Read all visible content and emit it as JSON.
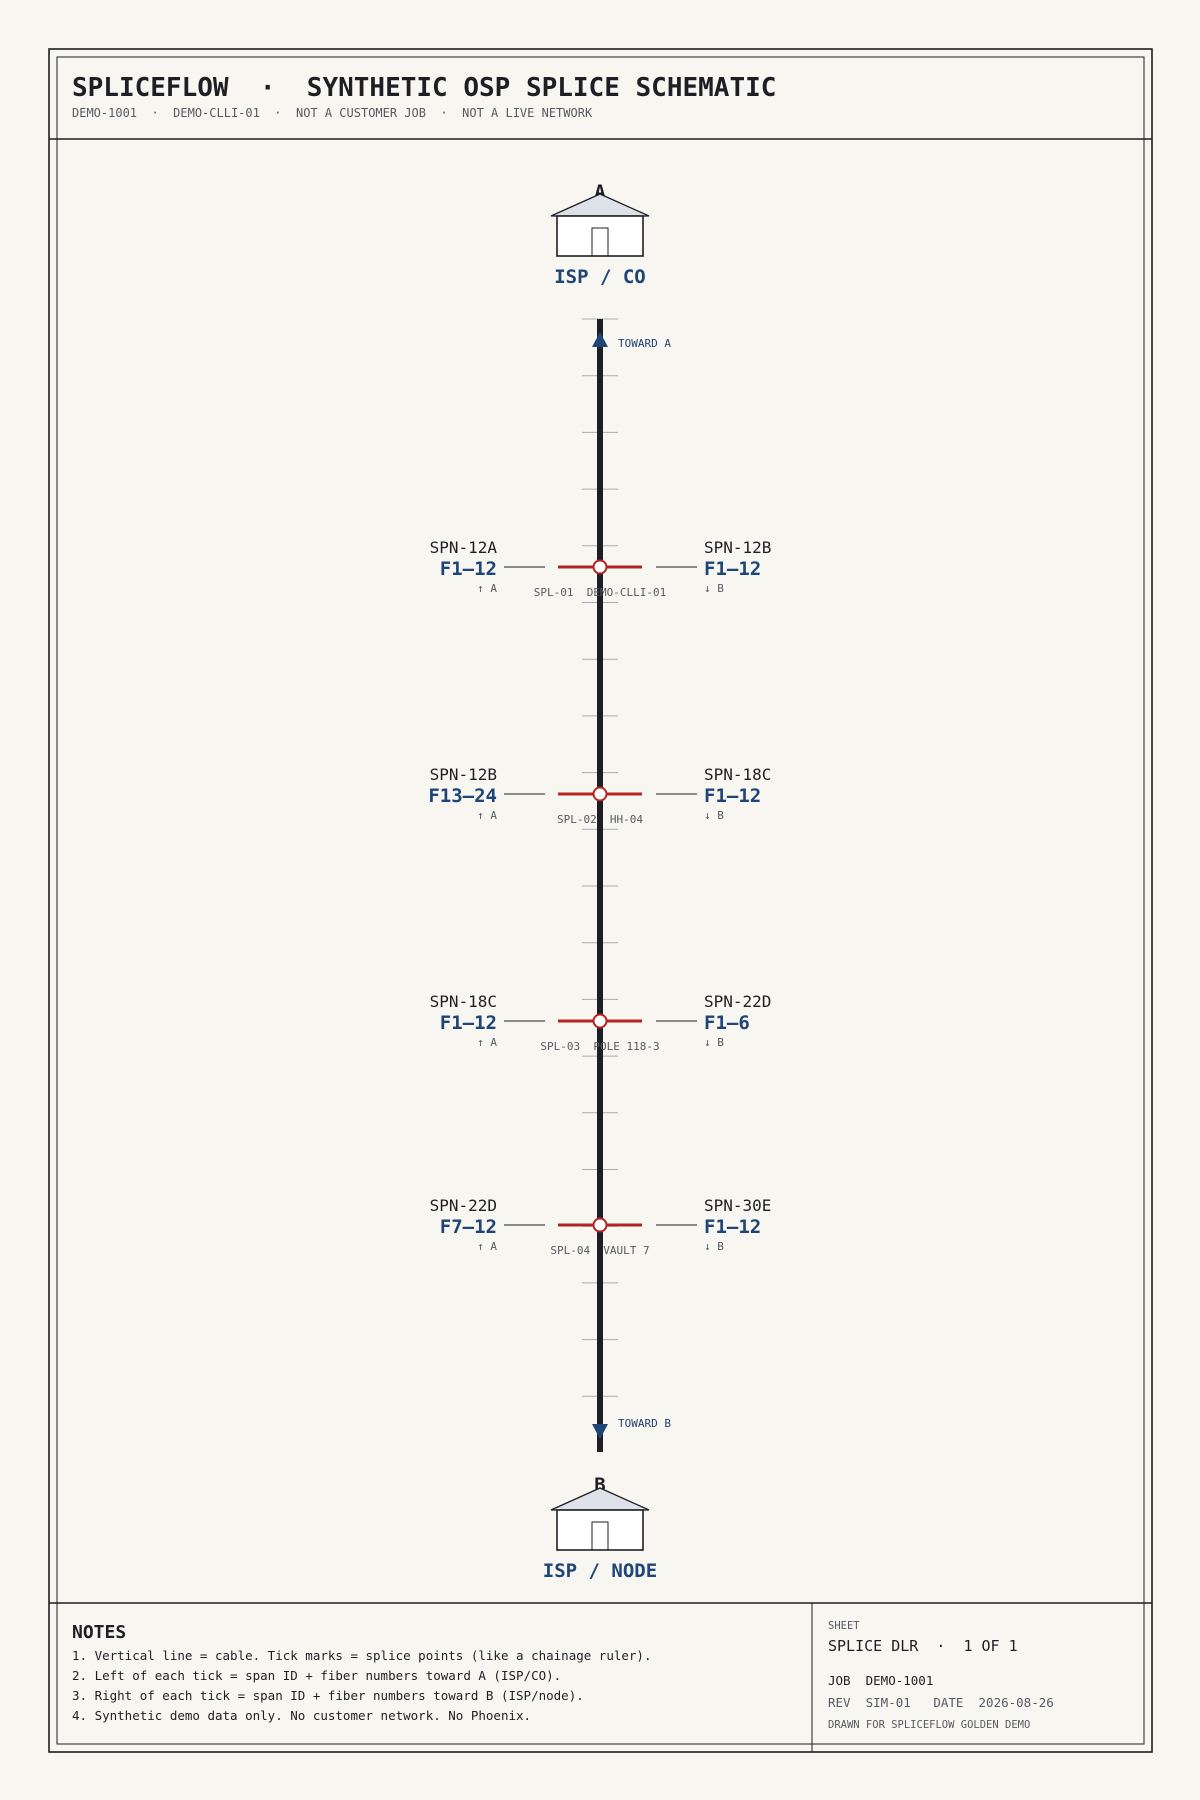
{
  "header": {
    "title": "SPLICEFLOW  ·  SYNTHETIC OSP SPLICE SCHEMATIC",
    "subtitle": "DEMO-1001  ·  DEMO-CLLI-01  ·  NOT A CUSTOMER JOB  ·  NOT A LIVE NETWORK"
  },
  "endpoints": {
    "a": {
      "letter": "A",
      "label": "ISP / CO"
    },
    "b": {
      "letter": "B",
      "label": "ISP / NODE"
    }
  },
  "direction": {
    "toward_a": "TOWARD A",
    "toward_b": "TOWARD B"
  },
  "splices": [
    {
      "left_span": "SPN-12A",
      "left_fibers": "F1–12",
      "left_dir": "↑ A",
      "right_span": "SPN-12B",
      "right_fibers": "F1–12",
      "right_dir": "↓ B",
      "caption": "SPL-01  DEMO-CLLI-01"
    },
    {
      "left_span": "SPN-12B",
      "left_fibers": "F13–24",
      "left_dir": "↑ A",
      "right_span": "SPN-18C",
      "right_fibers": "F1–12",
      "right_dir": "↓ B",
      "caption": "SPL-02  HH-04"
    },
    {
      "left_span": "SPN-18C",
      "left_fibers": "F1–12",
      "left_dir": "↑ A",
      "right_span": "SPN-22D",
      "right_fibers": "F1–6",
      "right_dir": "↓ B",
      "caption": "SPL-03  POLE 118-3"
    },
    {
      "left_span": "SPN-22D",
      "left_fibers": "F7–12",
      "left_dir": "↑ A",
      "right_span": "SPN-30E",
      "right_fibers": "F1–12",
      "right_dir": "↓ B",
      "caption": "SPL-04  VAULT 7"
    }
  ],
  "notes": {
    "heading": "NOTES",
    "items": [
      "1. Vertical line = cable. Tick marks = splice points (like a chainage ruler).",
      "2. Left of each tick = span ID + fiber numbers toward A (ISP/CO).",
      "3. Right of each tick = span ID + fiber numbers toward B (ISP/node).",
      "4. Synthetic demo data only. No customer network. No Phoenix."
    ]
  },
  "title_block": {
    "sheet_label": "SHEET",
    "sheet_value": "SPLICE DLR  ·  1 OF 1",
    "job_line": "JOB  DEMO-1001",
    "rev_line": "REV  SIM-01   DATE  2026-08-26",
    "drawn_for": "DRAWN FOR SPLICEFLOW GOLDEN DEMO"
  },
  "colors": {
    "ink": "#1d1f24",
    "accent_blue": "#1f4477",
    "splice_red": "#b42424",
    "muted": "#555a63",
    "roof_fill": "#dde1e8",
    "paper": "#f8f6f0"
  },
  "icons": {
    "endpoint_a": "building-icon",
    "endpoint_b": "building-icon",
    "splice": "splice-point-icon",
    "toward_a": "arrow-up-icon",
    "toward_b": "arrow-down-icon"
  }
}
